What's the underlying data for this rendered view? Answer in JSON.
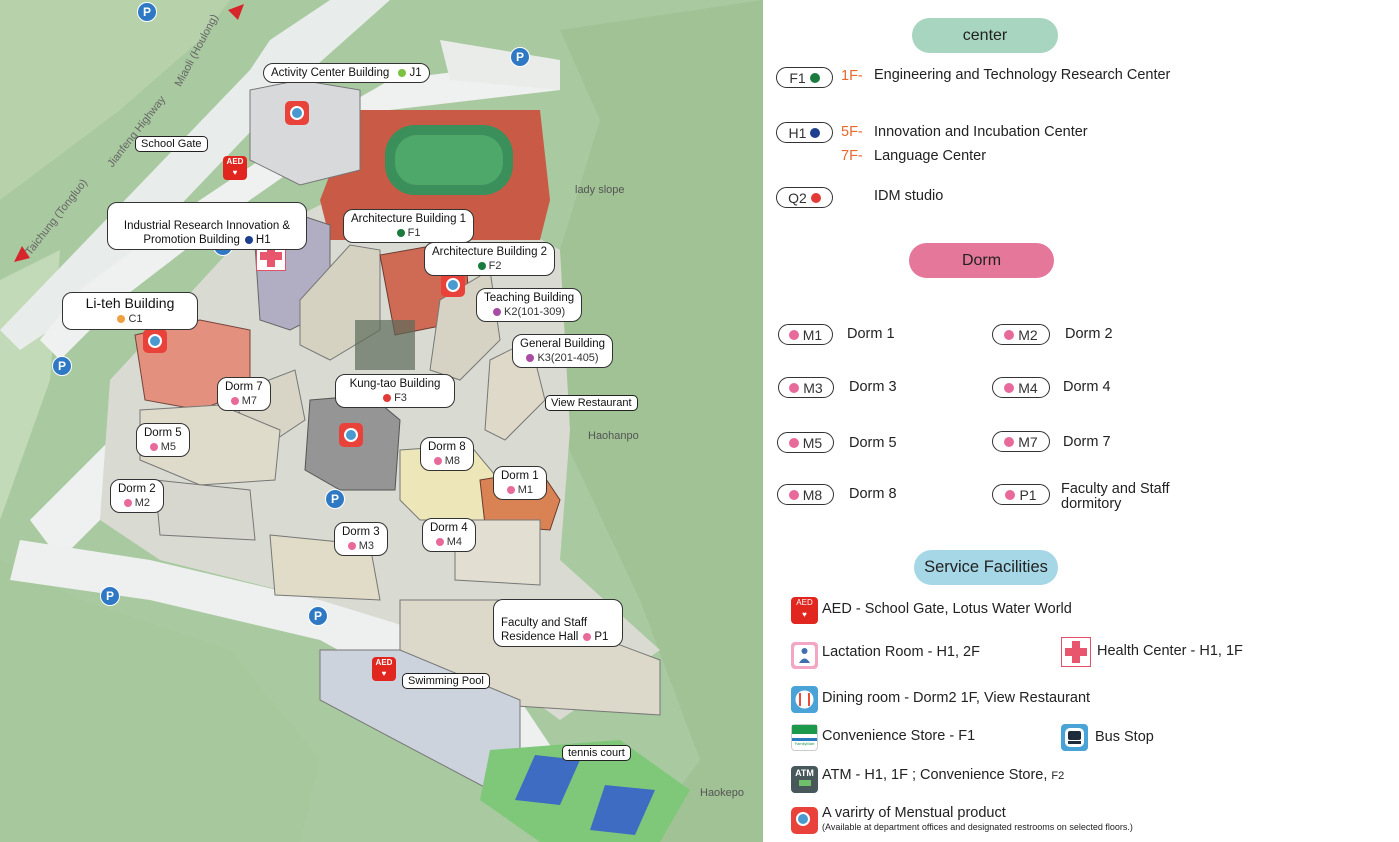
{
  "map": {
    "roads": {
      "miaoli": "Miaoli (Houlong)",
      "jianfeng": "Jianfeng Highway",
      "taichung": "Taichung (Tongluo)"
    },
    "places": {
      "lady_slope": "lady slope",
      "haohanpo": "Haohanpo",
      "haokepo": "Haokepo"
    },
    "tags": {
      "school_gate": "School Gate",
      "view_restaurant": "View Restaurant",
      "swimming_pool": "Swimming Pool",
      "tennis_court": "tennis court"
    },
    "parking_label": "P",
    "aed_label": "AED",
    "callouts": {
      "activity": {
        "name": "Activity Center Building",
        "code": "J1",
        "color": "#7cc242"
      },
      "industrial": {
        "name": "Industrial Research Innovation &\nPromotion Building",
        "code": "H1",
        "color": "#1d3f8f"
      },
      "arch1": {
        "name": "Architecture Building 1",
        "code": "F1",
        "color": "#1b7a3d"
      },
      "arch2": {
        "name": "Architecture Building 2",
        "code": "F2",
        "color": "#1b7a3d"
      },
      "teaching": {
        "name": "Teaching Building",
        "code": "K2(101-309)",
        "color": "#a84ca4"
      },
      "general": {
        "name": "General Building",
        "code": "K3(201-405)",
        "color": "#a84ca4"
      },
      "liteh": {
        "name": "Li-teh Building",
        "code": "C1",
        "color": "#f0a040"
      },
      "kungtao": {
        "name": "Kung-tao Building",
        "code": "F3",
        "color": "#e23a36"
      },
      "dorm7": {
        "name": "Dorm 7",
        "code": "M7",
        "color": "#e86a9a"
      },
      "dorm5": {
        "name": "Dorm 5",
        "code": "M5",
        "color": "#e86a9a"
      },
      "dorm8": {
        "name": "Dorm 8",
        "code": "M8",
        "color": "#e86a9a"
      },
      "dorm1": {
        "name": "Dorm 1",
        "code": "M1",
        "color": "#e86a9a"
      },
      "dorm2": {
        "name": "Dorm 2",
        "code": "M2",
        "color": "#e86a9a"
      },
      "dorm3": {
        "name": "Dorm 3",
        "code": "M3",
        "color": "#e86a9a"
      },
      "dorm4": {
        "name": "Dorm 4",
        "code": "M4",
        "color": "#e86a9a"
      },
      "faculty": {
        "name": "Faculty and Staff\nResidence Hall",
        "code": "P1",
        "color": "#e86a9a"
      }
    }
  },
  "legend": {
    "center": {
      "title": "center",
      "color": "#a8d5bf",
      "items": [
        {
          "code": "F1",
          "color": "#1b7a3d",
          "floors": [
            "1F-"
          ],
          "names": [
            "Engineering and Technology Research Center"
          ]
        },
        {
          "code": "H1",
          "color": "#1d3f8f",
          "floors": [
            "5F-",
            "7F-"
          ],
          "names": [
            "Innovation and Incubation Center",
            "Language Center"
          ]
        },
        {
          "code": "Q2",
          "color": "#e23a36",
          "floors": [],
          "names": [
            "IDM studio"
          ]
        }
      ]
    },
    "dorm": {
      "title": "Dorm",
      "color": "#e5779a",
      "dot_color": "#e86a9a",
      "items": [
        {
          "code": "M1",
          "name": "Dorm 1"
        },
        {
          "code": "M2",
          "name": "Dorm 2"
        },
        {
          "code": "M3",
          "name": "Dorm 3"
        },
        {
          "code": "M4",
          "name": "Dorm 4"
        },
        {
          "code": "M5",
          "name": "Dorm 5"
        },
        {
          "code": "M7",
          "name": "Dorm 7"
        },
        {
          "code": "M8",
          "name": "Dorm 8"
        },
        {
          "code": "P1",
          "name": "Faculty and Staff\ndormitory"
        }
      ]
    },
    "service": {
      "title": "Service Facilities",
      "color": "#a6d7e6",
      "items": {
        "aed": {
          "icon": "aed-icon",
          "text": "AED - School Gate, Lotus Water World"
        },
        "lactation": {
          "icon": "lactation-icon",
          "text": "Lactation Room - H1, 2F"
        },
        "health": {
          "icon": "health-cross-icon",
          "text": "Health Center - H1, 1F"
        },
        "dining": {
          "icon": "dining-icon",
          "text": "Dining room - Dorm2 1F, View Restaurant"
        },
        "store": {
          "icon": "familymart-icon",
          "text": "Convenience Store - F1",
          "icon_text": "FamilyMart"
        },
        "bus": {
          "icon": "bus-icon",
          "text": "Bus Stop"
        },
        "atm": {
          "icon": "atm-icon",
          "text": "ATM - H1, 1F ; Convenience Store, ",
          "text_small": "F2",
          "icon_text": "ATM"
        },
        "menstrual": {
          "icon": "menstrual-product-icon",
          "text": "A varirty of Menstual product",
          "note": "(Available at department offices and designated restrooms on selected floors.)"
        }
      }
    }
  }
}
